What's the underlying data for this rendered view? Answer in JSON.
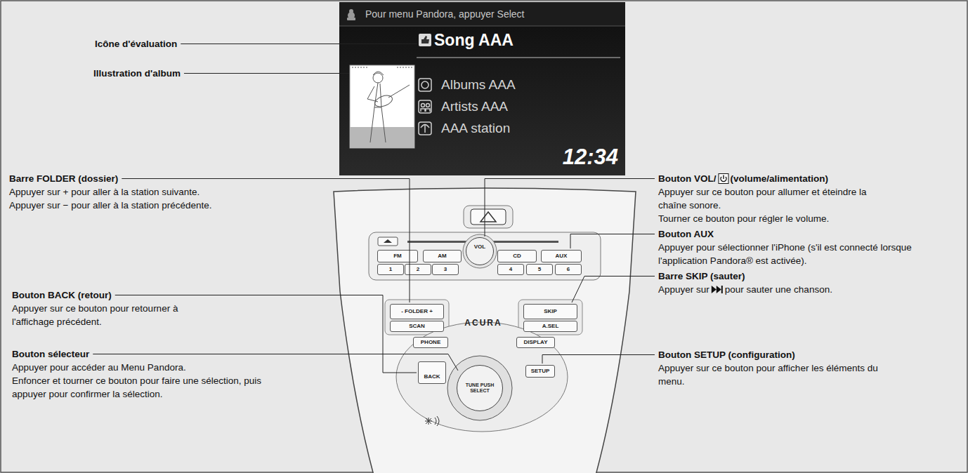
{
  "diagram": {
    "nodes": [
      {
        "text": [
          "Pour menu Pandora, appuyer Select",
          "Song AAA",
          "Albums AAA",
          "Artists AAA",
          "AAA station",
          "12:34"
        ]
      },
      {
        "text": [
          "ACURA"
        ]
      },
      {
        "text": [
          "FM"
        ],
        "in": 1
      },
      {
        "text": [
          "AM"
        ],
        "in": 1
      },
      {
        "text": [
          "VOL"
        ],
        "in": 1
      },
      {
        "text": [
          "CD"
        ],
        "in": 1
      },
      {
        "text": [
          "AUX"
        ],
        "in": 1
      },
      {
        "text": [
          "1"
        ],
        "in": 1
      },
      {
        "text": [
          "2"
        ],
        "in": 1
      },
      {
        "text": [
          "3"
        ],
        "in": 1
      },
      {
        "text": [
          "4"
        ],
        "in": 1
      },
      {
        "text": [
          "5"
        ],
        "in": 1
      },
      {
        "text": [
          "6"
        ],
        "in": 1
      },
      {
        "text": [
          "- FOLDER +"
        ],
        "in": 1
      },
      {
        "text": [
          "SCAN"
        ],
        "in": 1
      },
      {
        "text": [
          "SKIP"
        ],
        "in": 1
      },
      {
        "text": [
          "A.SEL"
        ],
        "in": 1
      },
      {
        "text": [
          "PHONE"
        ],
        "in": 1
      },
      {
        "text": [
          "DISPLAY"
        ],
        "in": 1
      },
      {
        "text": [
          "BACK"
        ],
        "in": 1
      },
      {
        "text": [
          "TUNE PUSH SELECT"
        ],
        "in": 1
      },
      {
        "text": [
          "SETUP"
        ],
        "in": 1
      }
    ],
    "labels": [
      "Icône d'évaluation",
      "Illustration d'album",
      "Barre FOLDER (dossier)",
      "Appuyer sur + pour aller à la station suivante.",
      "Appuyer sur − pour aller à la station précédente.",
      "Bouton BACK (retour)",
      "Appuyer sur ce bouton pour retourner à l'affichage précédent.",
      "Bouton sélecteur",
      "Appuyer pour accéder au Menu Pandora.",
      "Enfoncer et tourner ce bouton pour faire une sélection, puis appuyer pour confirmer la sélection.",
      "Bouton VOL/",
      "(volume/alimentation)",
      "Appuyer sur ce bouton pour allumer et éteindre la chaîne sonore.",
      "Tourner ce bouton pour régler le volume.",
      "Bouton AUX",
      "Appuyer pour sélectionner l'iPhone (s'il est connecté lorsque l'application Pandora® est activée).",
      "Barre SKIP (sauter)",
      "Appuyer sur",
      "pour sauter une chanson.",
      "Bouton SETUP (configuration)",
      "Appuyer sur ce bouton pour afficher les éléments du menu."
    ]
  }
}
